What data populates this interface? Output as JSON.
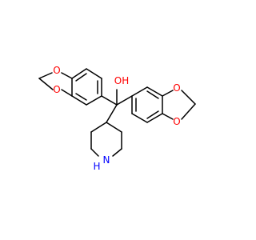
{
  "molecule": {
    "colors": {
      "bond": "#000000",
      "oxygen": "#ff0000",
      "nitrogen": "#0000ff"
    },
    "labels": {
      "o_ring1_top": "O",
      "o_ring1_bottom": "O",
      "o_hydroxyl": "OH",
      "o_ring2_top": "O",
      "o_ring2_bottom": "O",
      "n_piperidine": "N",
      "h_piperidine": "H"
    }
  }
}
